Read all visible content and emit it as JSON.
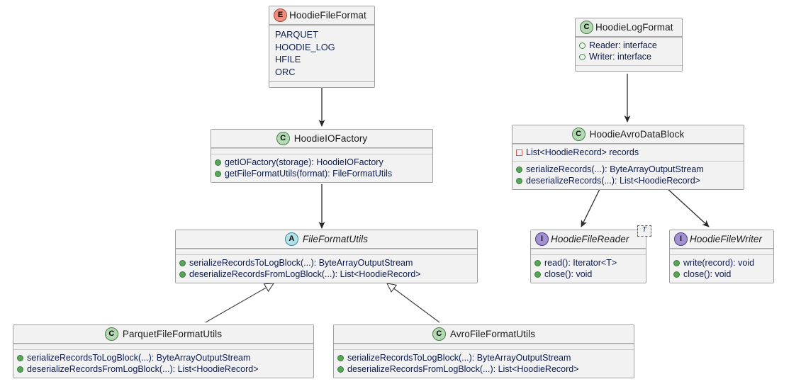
{
  "diagram": {
    "title": "Hoodie file format UML class diagram",
    "background": "#ffffff",
    "colors": {
      "box_fill": "#f2f2f2",
      "box_border": "#a0a0a0",
      "class_icon": "#b2d9b2",
      "enum_icon": "#ef8e7c",
      "abstract_icon": "#b4e0e8",
      "interface_icon": "#a290cf",
      "text": "#12214f",
      "edge": "#3a3a3a"
    }
  },
  "classes": {
    "hoodie_file_format": {
      "name": "HoodieFileFormat",
      "stereotype": "E",
      "stereotype_name": "enum",
      "values": [
        "PARQUET",
        "HOODIE_LOG",
        "HFILE",
        "ORC"
      ]
    },
    "hoodie_log_format": {
      "name": "HoodieLogFormat",
      "stereotype": "C",
      "stereotype_name": "class",
      "members": [
        {
          "marker": "pub-field-hollow",
          "text": "Reader: interface"
        },
        {
          "marker": "pub-field-hollow",
          "text": "Writer: interface"
        }
      ]
    },
    "hoodie_io_factory": {
      "name": "HoodieIOFactory",
      "stereotype": "C",
      "stereotype_name": "class",
      "methods": [
        {
          "marker": "pub-method",
          "text": "getIOFactory(storage): HoodieIOFactory"
        },
        {
          "marker": "pub-method",
          "text": "getFileFormatUtils(format): FileFormatUtils"
        }
      ]
    },
    "hoodie_avro_data_block": {
      "name": "HoodieAvroDataBlock",
      "stereotype": "C",
      "stereotype_name": "class",
      "fields": [
        {
          "marker": "priv-field",
          "text": "List<HoodieRecord> records"
        }
      ],
      "methods": [
        {
          "marker": "pub-method",
          "text": "serializeRecords(...): ByteArrayOutputStream"
        },
        {
          "marker": "pub-method",
          "text": "deserializeRecords(...): List<HoodieRecord>"
        }
      ]
    },
    "file_format_utils": {
      "name": "FileFormatUtils",
      "stereotype": "A",
      "stereotype_name": "abstract-class",
      "methods": [
        {
          "marker": "pub-method",
          "text": "serializeRecordsToLogBlock(...): ByteArrayOutputStream"
        },
        {
          "marker": "pub-method",
          "text": "deserializeRecordsFromLogBlock(...): List<HoodieRecord>"
        }
      ]
    },
    "hoodie_file_reader": {
      "name": "HoodieFileReader",
      "stereotype": "I",
      "stereotype_name": "interface",
      "type_parameter": "T",
      "methods": [
        {
          "marker": "pub-method",
          "text": "read(): Iterator<T>"
        },
        {
          "marker": "pub-method",
          "text": "close(): void"
        }
      ]
    },
    "hoodie_file_writer": {
      "name": "HoodieFileWriter",
      "stereotype": "I",
      "stereotype_name": "interface",
      "methods": [
        {
          "marker": "pub-method",
          "text": "write(record): void"
        },
        {
          "marker": "pub-method",
          "text": "close(): void"
        }
      ]
    },
    "parquet_file_format_utils": {
      "name": "ParquetFileFormatUtils",
      "stereotype": "C",
      "stereotype_name": "class",
      "methods": [
        {
          "marker": "pub-method",
          "text": "serializeRecordsToLogBlock(...): ByteArrayOutputStream"
        },
        {
          "marker": "pub-method",
          "text": "deserializeRecordsFromLogBlock(...): List<HoodieRecord>"
        }
      ]
    },
    "avro_file_format_utils": {
      "name": "AvroFileFormatUtils",
      "stereotype": "C",
      "stereotype_name": "class",
      "methods": [
        {
          "marker": "pub-method",
          "text": "serializeRecordsToLogBlock(...): ByteArrayOutputStream"
        },
        {
          "marker": "pub-method",
          "text": "deserializeRecordsFromLogBlock(...): List<HoodieRecord>"
        }
      ]
    }
  },
  "edges": [
    {
      "from": "hoodie_file_format",
      "to": "hoodie_io_factory",
      "kind": "dependency-arrow"
    },
    {
      "from": "hoodie_io_factory",
      "to": "file_format_utils",
      "kind": "dependency-arrow"
    },
    {
      "from": "hoodie_log_format",
      "to": "hoodie_avro_data_block",
      "kind": "dependency-arrow"
    },
    {
      "from": "hoodie_avro_data_block",
      "to": "hoodie_file_reader",
      "kind": "dependency-arrow"
    },
    {
      "from": "hoodie_avro_data_block",
      "to": "hoodie_file_writer",
      "kind": "dependency-arrow"
    },
    {
      "from": "parquet_file_format_utils",
      "to": "file_format_utils",
      "kind": "generalization"
    },
    {
      "from": "avro_file_format_utils",
      "to": "file_format_utils",
      "kind": "generalization"
    }
  ]
}
